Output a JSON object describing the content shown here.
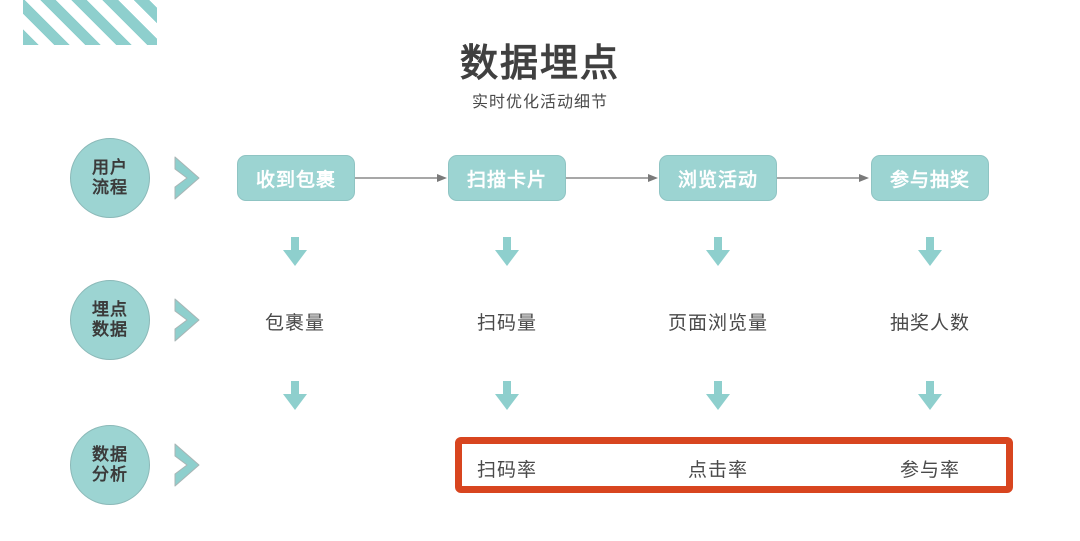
{
  "header": {
    "title": "数据埋点",
    "subtitle": "实时优化活动细节",
    "decoration": "diagonal-stripes",
    "stripe_color": "#8ecfcd"
  },
  "theme": {
    "teal": "#9cd4d2",
    "teal_arrow": "#8ecfcd",
    "text_dark": "#404040",
    "text_gray": "#4a4a4a",
    "highlight_red": "#d8451f",
    "connector_gray": "#8a8a8a"
  },
  "rows": [
    {
      "circle_label_line1": "用户",
      "circle_label_line2": "流程",
      "chevron": "chevron-right-icon"
    },
    {
      "circle_label_line1": "埋点",
      "circle_label_line2": "数据",
      "chevron": "chevron-right-icon"
    },
    {
      "circle_label_line1": "数据",
      "circle_label_line2": "分析",
      "chevron": "chevron-right-icon"
    }
  ],
  "flow_steps": [
    {
      "label": "收到包裹"
    },
    {
      "label": "扫描卡片"
    },
    {
      "label": "浏览活动"
    },
    {
      "label": "参与抽奖"
    }
  ],
  "tracking_metrics": [
    {
      "label": "包裹量"
    },
    {
      "label": "扫码量"
    },
    {
      "label": "页面浏览量"
    },
    {
      "label": "抽奖人数"
    }
  ],
  "analysis_rates": [
    {
      "label": "扫码率"
    },
    {
      "label": "点击率"
    },
    {
      "label": "参与率"
    }
  ],
  "icons": {
    "down_arrow": "arrow-down-icon",
    "connector_arrow": "arrow-right-icon"
  }
}
